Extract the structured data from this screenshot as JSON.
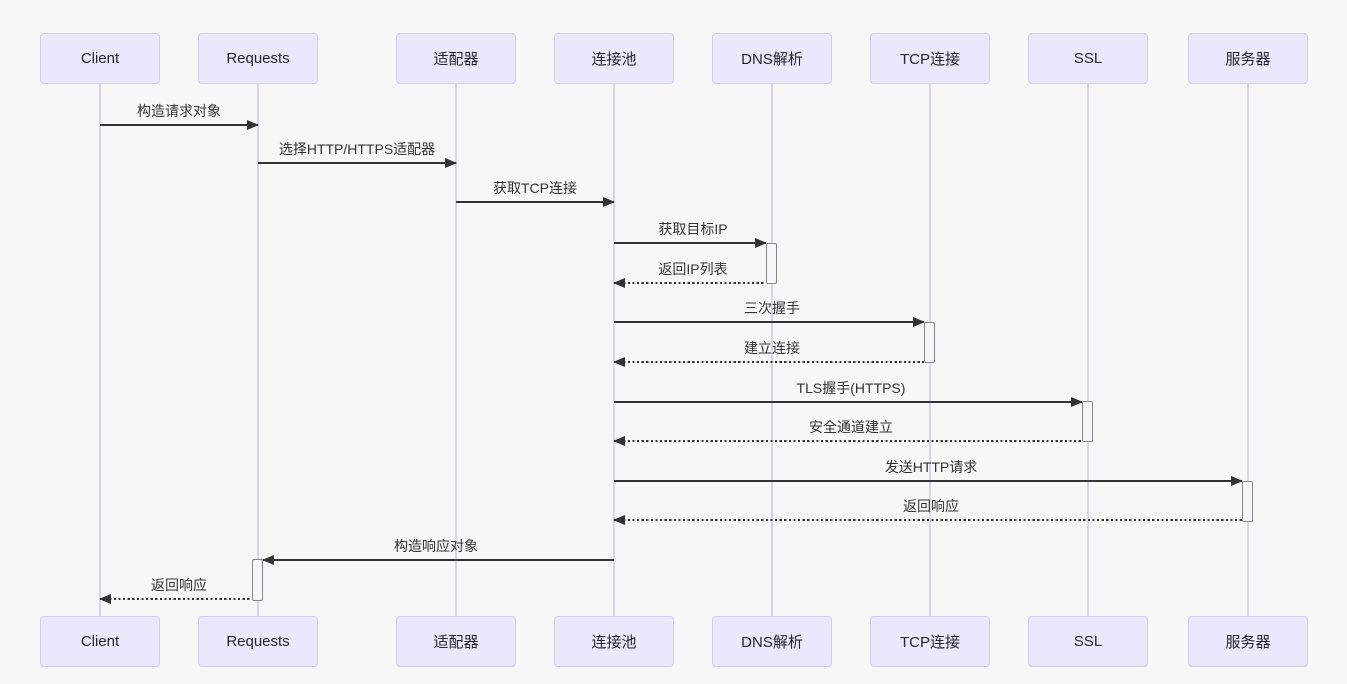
{
  "participants": [
    {
      "label": "Client"
    },
    {
      "label": "Requests"
    },
    {
      "label": "适配器"
    },
    {
      "label": "连接池"
    },
    {
      "label": "DNS解析"
    },
    {
      "label": "TCP连接"
    },
    {
      "label": "SSL"
    },
    {
      "label": "服务器"
    }
  ],
  "messages": [
    {
      "from": "Client",
      "to": "Requests",
      "label": "构造请求对象",
      "line": "solid"
    },
    {
      "from": "Requests",
      "to": "适配器",
      "label": "选择HTTP/HTTPS适配器",
      "line": "solid"
    },
    {
      "from": "适配器",
      "to": "连接池",
      "label": "获取TCP连接",
      "line": "solid"
    },
    {
      "from": "连接池",
      "to": "DNS解析",
      "label": "获取目标IP",
      "line": "solid"
    },
    {
      "from": "DNS解析",
      "to": "连接池",
      "label": "返回IP列表",
      "line": "dashed"
    },
    {
      "from": "连接池",
      "to": "TCP连接",
      "label": "三次握手",
      "line": "solid"
    },
    {
      "from": "TCP连接",
      "to": "连接池",
      "label": "建立连接",
      "line": "dashed"
    },
    {
      "from": "连接池",
      "to": "SSL",
      "label": "TLS握手(HTTPS)",
      "line": "solid"
    },
    {
      "from": "SSL",
      "to": "连接池",
      "label": "安全通道建立",
      "line": "dashed"
    },
    {
      "from": "连接池",
      "to": "服务器",
      "label": "发送HTTP请求",
      "line": "solid"
    },
    {
      "from": "服务器",
      "to": "连接池",
      "label": "返回响应",
      "line": "dashed"
    },
    {
      "from": "连接池",
      "to": "Requests",
      "label": "构造响应对象",
      "line": "solid"
    },
    {
      "from": "Requests",
      "to": "Client",
      "label": "返回响应",
      "line": "dashed"
    }
  ],
  "activations": [
    {
      "participant": "DNS解析"
    },
    {
      "participant": "TCP连接"
    },
    {
      "participant": "SSL"
    },
    {
      "participant": "服务器"
    },
    {
      "participant": "Requests"
    }
  ],
  "colors": {
    "background": "#f7f7f8",
    "participant_fill": "#e9e8fc",
    "participant_border": "#d2cdf0",
    "lifeline": "#d8d3ee",
    "message": "#333333",
    "activation_fill": "#f6f6f8",
    "activation_border": "#85868f"
  }
}
